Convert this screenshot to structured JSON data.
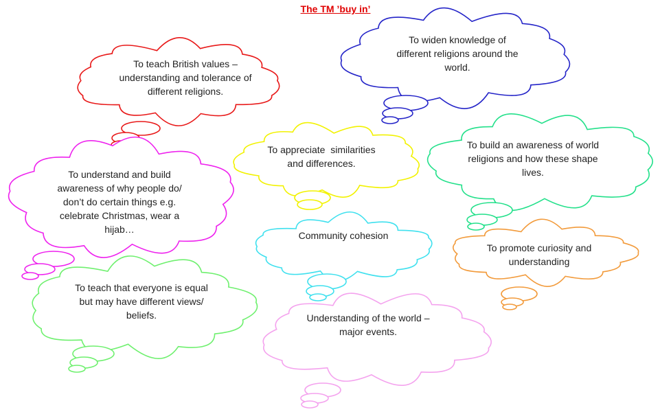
{
  "title": "The TM ’buy in’",
  "title_color": "#e00000",
  "clouds": [
    {
      "id": "british-values",
      "color": "#e81818",
      "lines": [
        "To teach British values –",
        "understanding and tolerance of",
        "different religions."
      ]
    },
    {
      "id": "widen-knowledge",
      "color": "#2424c8",
      "lines": [
        "To widen knowledge of",
        "different religions around the",
        "world."
      ]
    },
    {
      "id": "similarities",
      "color": "#f2f200",
      "lines": [
        "To appreciate  similarities",
        "and differences."
      ]
    },
    {
      "id": "world-religions",
      "color": "#22e08a",
      "lines": [
        "To build an awareness of world",
        "religions and how these shape",
        "lives."
      ]
    },
    {
      "id": "why-people",
      "color": "#ee22ee",
      "lines": [
        "To understand and build",
        "awareness of why people do/",
        "don’t do certain things e.g.",
        "celebrate Christmas, wear a",
        "hijab…"
      ]
    },
    {
      "id": "community",
      "color": "#3ee0ee",
      "lines": [
        "Community cohesion"
      ]
    },
    {
      "id": "curiosity",
      "color": "#f29a3a",
      "lines": [
        "To promote curiosity and",
        "understanding"
      ]
    },
    {
      "id": "everyone-equal",
      "color": "#6ef06e",
      "lines": [
        "To teach that everyone is equal",
        "but may have different views/",
        "beliefs."
      ]
    },
    {
      "id": "understanding-world",
      "color": "#f4a2ee",
      "lines": [
        "Understanding of the world –",
        "major events."
      ]
    }
  ]
}
